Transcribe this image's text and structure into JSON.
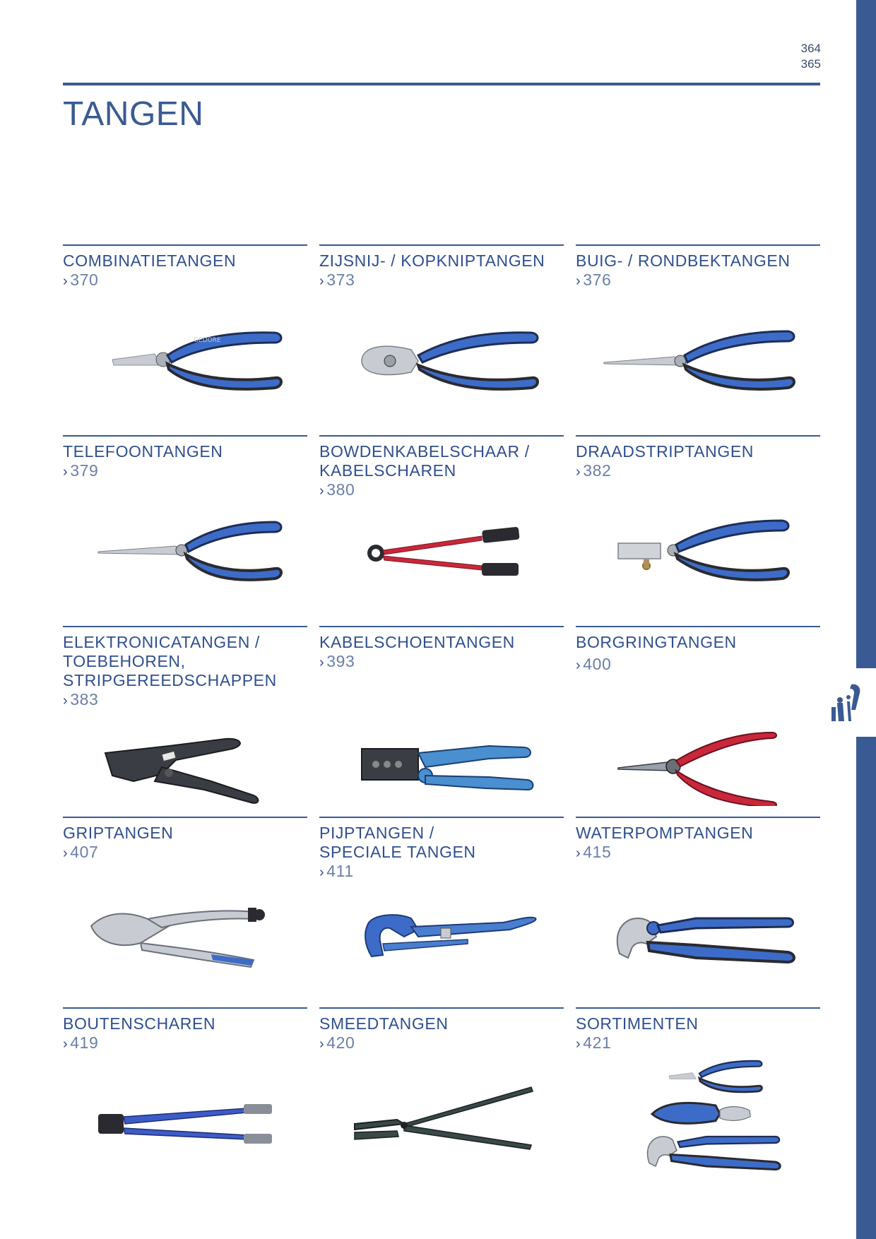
{
  "page": {
    "numbers": [
      "364",
      "365"
    ],
    "title": "TANGEN"
  },
  "side_icon": "pliers-icon",
  "categories": [
    {
      "lines": [
        "COMBINATIETANGEN"
      ],
      "ref": "370",
      "tool": "combination-pliers"
    },
    {
      "lines": [
        "ZIJSNIJ- / KOPKNIPTANGEN"
      ],
      "ref": "373",
      "tool": "side-cutter"
    },
    {
      "lines": [
        "BUIG- / RONDBEKTANGEN"
      ],
      "ref": "376",
      "tool": "bent-nose-pliers"
    },
    {
      "lines": [
        "TELEFOONTANGEN"
      ],
      "ref": "379",
      "tool": "telephone-pliers"
    },
    {
      "lines": [
        "BOWDENKABELSCHAAR /",
        "KABELSCHAREN"
      ],
      "ref": "380",
      "tool": "cable-shears"
    },
    {
      "lines": [
        "DRAADSTRIPTANGEN"
      ],
      "ref": "382",
      "tool": "wire-stripper"
    },
    {
      "lines": [
        "ELEKTRONICATANGEN /",
        "TOEBEHOREN,",
        "STRIPGEREEDSCHAPPEN"
      ],
      "ref": "383",
      "tool": "automatic-stripper"
    },
    {
      "lines": [
        "KABELSCHOENTANGEN"
      ],
      "ref": "393",
      "tool": "crimping-pliers"
    },
    {
      "lines": [
        "BORGRINGTANGEN"
      ],
      "ref": "400",
      "tool": "circlip-pliers"
    },
    {
      "lines": [
        "GRIPTANGEN"
      ],
      "ref": "407",
      "tool": "locking-pliers"
    },
    {
      "lines": [
        "PIJPTANGEN /",
        "SPECIALE TANGEN"
      ],
      "ref": "411",
      "tool": "pipe-wrench"
    },
    {
      "lines": [
        "WATERPOMPTANGEN"
      ],
      "ref": "415",
      "tool": "water-pump-pliers"
    },
    {
      "lines": [
        "BOUTENSCHAREN"
      ],
      "ref": "419",
      "tool": "bolt-cutter"
    },
    {
      "lines": [
        "SMEEDTANGEN"
      ],
      "ref": "420",
      "tool": "forge-tongs"
    },
    {
      "lines": [
        "SORTIMENTEN"
      ],
      "ref": "421",
      "tool": "pliers-set"
    }
  ],
  "colors": {
    "brand_blue": "#3a5a94",
    "tool_blue": "#3d6cc8",
    "tool_dark": "#2a2a30",
    "tool_red": "#c8283a",
    "tool_light_blue": "#4a8fd0",
    "steel": "#c8ccd2"
  }
}
